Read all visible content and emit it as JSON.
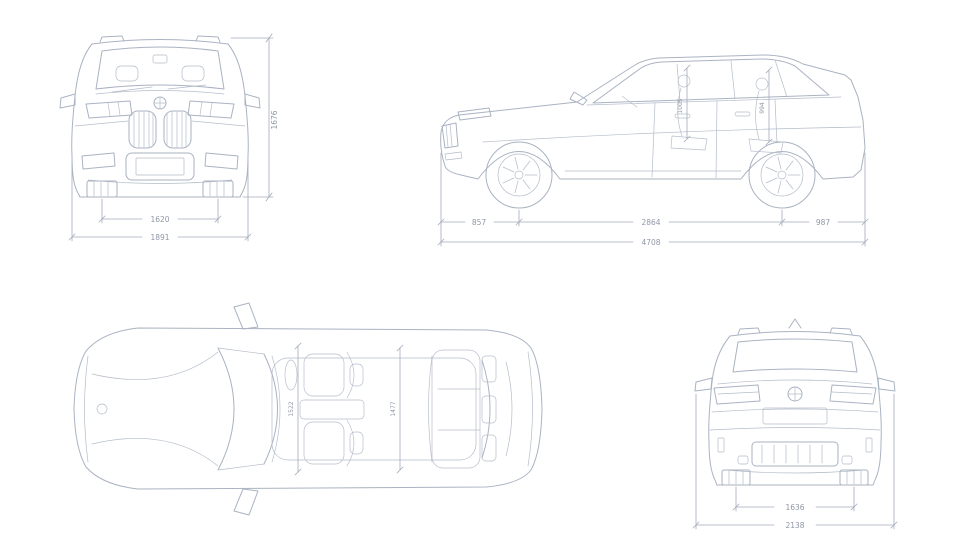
{
  "meta": {
    "background_color": "#ffffff",
    "line_color": "#aab3c2",
    "dimension_color": "#8f97a6",
    "description": "Vehicle technical dimensions blueprint, four orthographic views of an SUV"
  },
  "views": {
    "front": {
      "name": "front-view",
      "dims": {
        "track_width": "1620",
        "overall_width": "1891",
        "height": "1676"
      }
    },
    "side": {
      "name": "side-view",
      "dims": {
        "front_overhang": "857",
        "wheelbase": "2864",
        "rear_overhang": "987",
        "overall_length": "4708",
        "front_headroom": "1005",
        "rear_headroom": "994"
      }
    },
    "top": {
      "name": "top-view",
      "dims": {
        "front_interior_width": "1522",
        "rear_interior_width": "1477"
      }
    },
    "rear": {
      "name": "rear-view",
      "dims": {
        "rear_track_width": "1636",
        "overall_width_mirrors": "2138"
      }
    }
  }
}
